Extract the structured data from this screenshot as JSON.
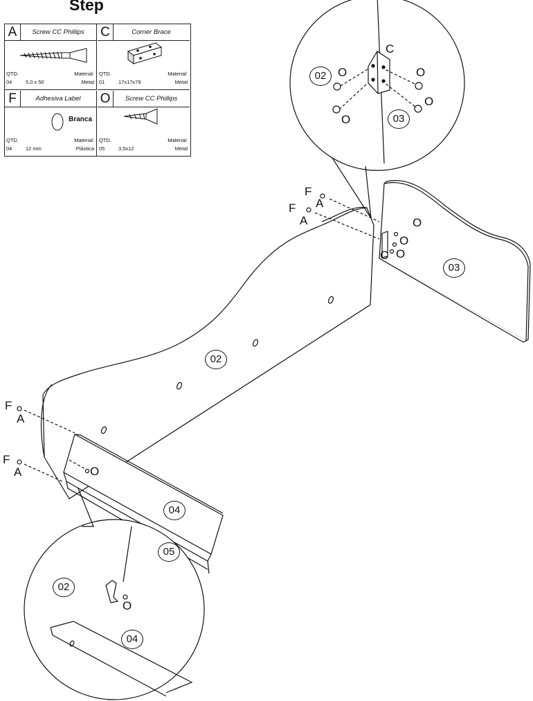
{
  "step_title": "Step",
  "parts": [
    {
      "letter": "A",
      "name": "Screw  CC Phillips",
      "qty_label": "QTD.",
      "material_label": "Material:",
      "qty": "04",
      "dims": "5,0 x 50",
      "material": "Metal",
      "extra": "",
      "icon": "long-screw"
    },
    {
      "letter": "C",
      "name": "Corner Brace",
      "qty_label": "QTD.",
      "material_label": "Material:",
      "qty": "01",
      "dims": "17x17x79",
      "material": "Metal",
      "extra": "",
      "icon": "corner-brace"
    },
    {
      "letter": "F",
      "name": "Adhesiva Label",
      "qty_label": "QTD.",
      "material_label": "Material:",
      "qty": "04",
      "dims": "12 mm",
      "material": "Plástica",
      "extra": "Branca",
      "icon": "round-label"
    },
    {
      "letter": "O",
      "name": "Screw  CC Phillips",
      "qty_label": "QTD.",
      "material_label": "Material:",
      "qty": "05",
      "dims": "3,5x12",
      "material": "Metal",
      "extra": "",
      "icon": "short-screw"
    }
  ],
  "labels": {
    "top_zoom": {
      "piece_left": "02",
      "piece_right": "03",
      "brace": "C",
      "screw": "O"
    },
    "bottom_zoom": {
      "piece_top": "02",
      "piece_bottom": "04",
      "screw": "O"
    },
    "main": {
      "piece_headboard": "02",
      "piece_footboard": "03",
      "piece_side": "04",
      "piece_rail": "05",
      "label_f": "F",
      "screw_a": "A",
      "screw_o": "O",
      "brace_c": "C"
    }
  }
}
